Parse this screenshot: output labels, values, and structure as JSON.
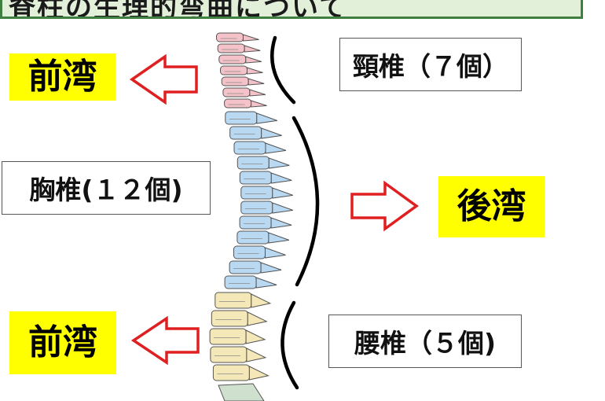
{
  "header": {
    "title": "脊柱の生理的弯曲について"
  },
  "curves": {
    "cervical": "前湾",
    "thoracic": "後湾",
    "lumbar": "前湾"
  },
  "segments": {
    "cervical": "頸椎（７個）",
    "thoracic": "胸椎(１２個)",
    "lumbar": "腰椎（５個)"
  },
  "colors": {
    "cervical": "#f4c2c8",
    "thoracic": "#b9d9f2",
    "lumbar": "#f5e8b8",
    "sacrum": "#cfe0cf",
    "arrow": "#e02020",
    "highlight": "#ffff00"
  }
}
